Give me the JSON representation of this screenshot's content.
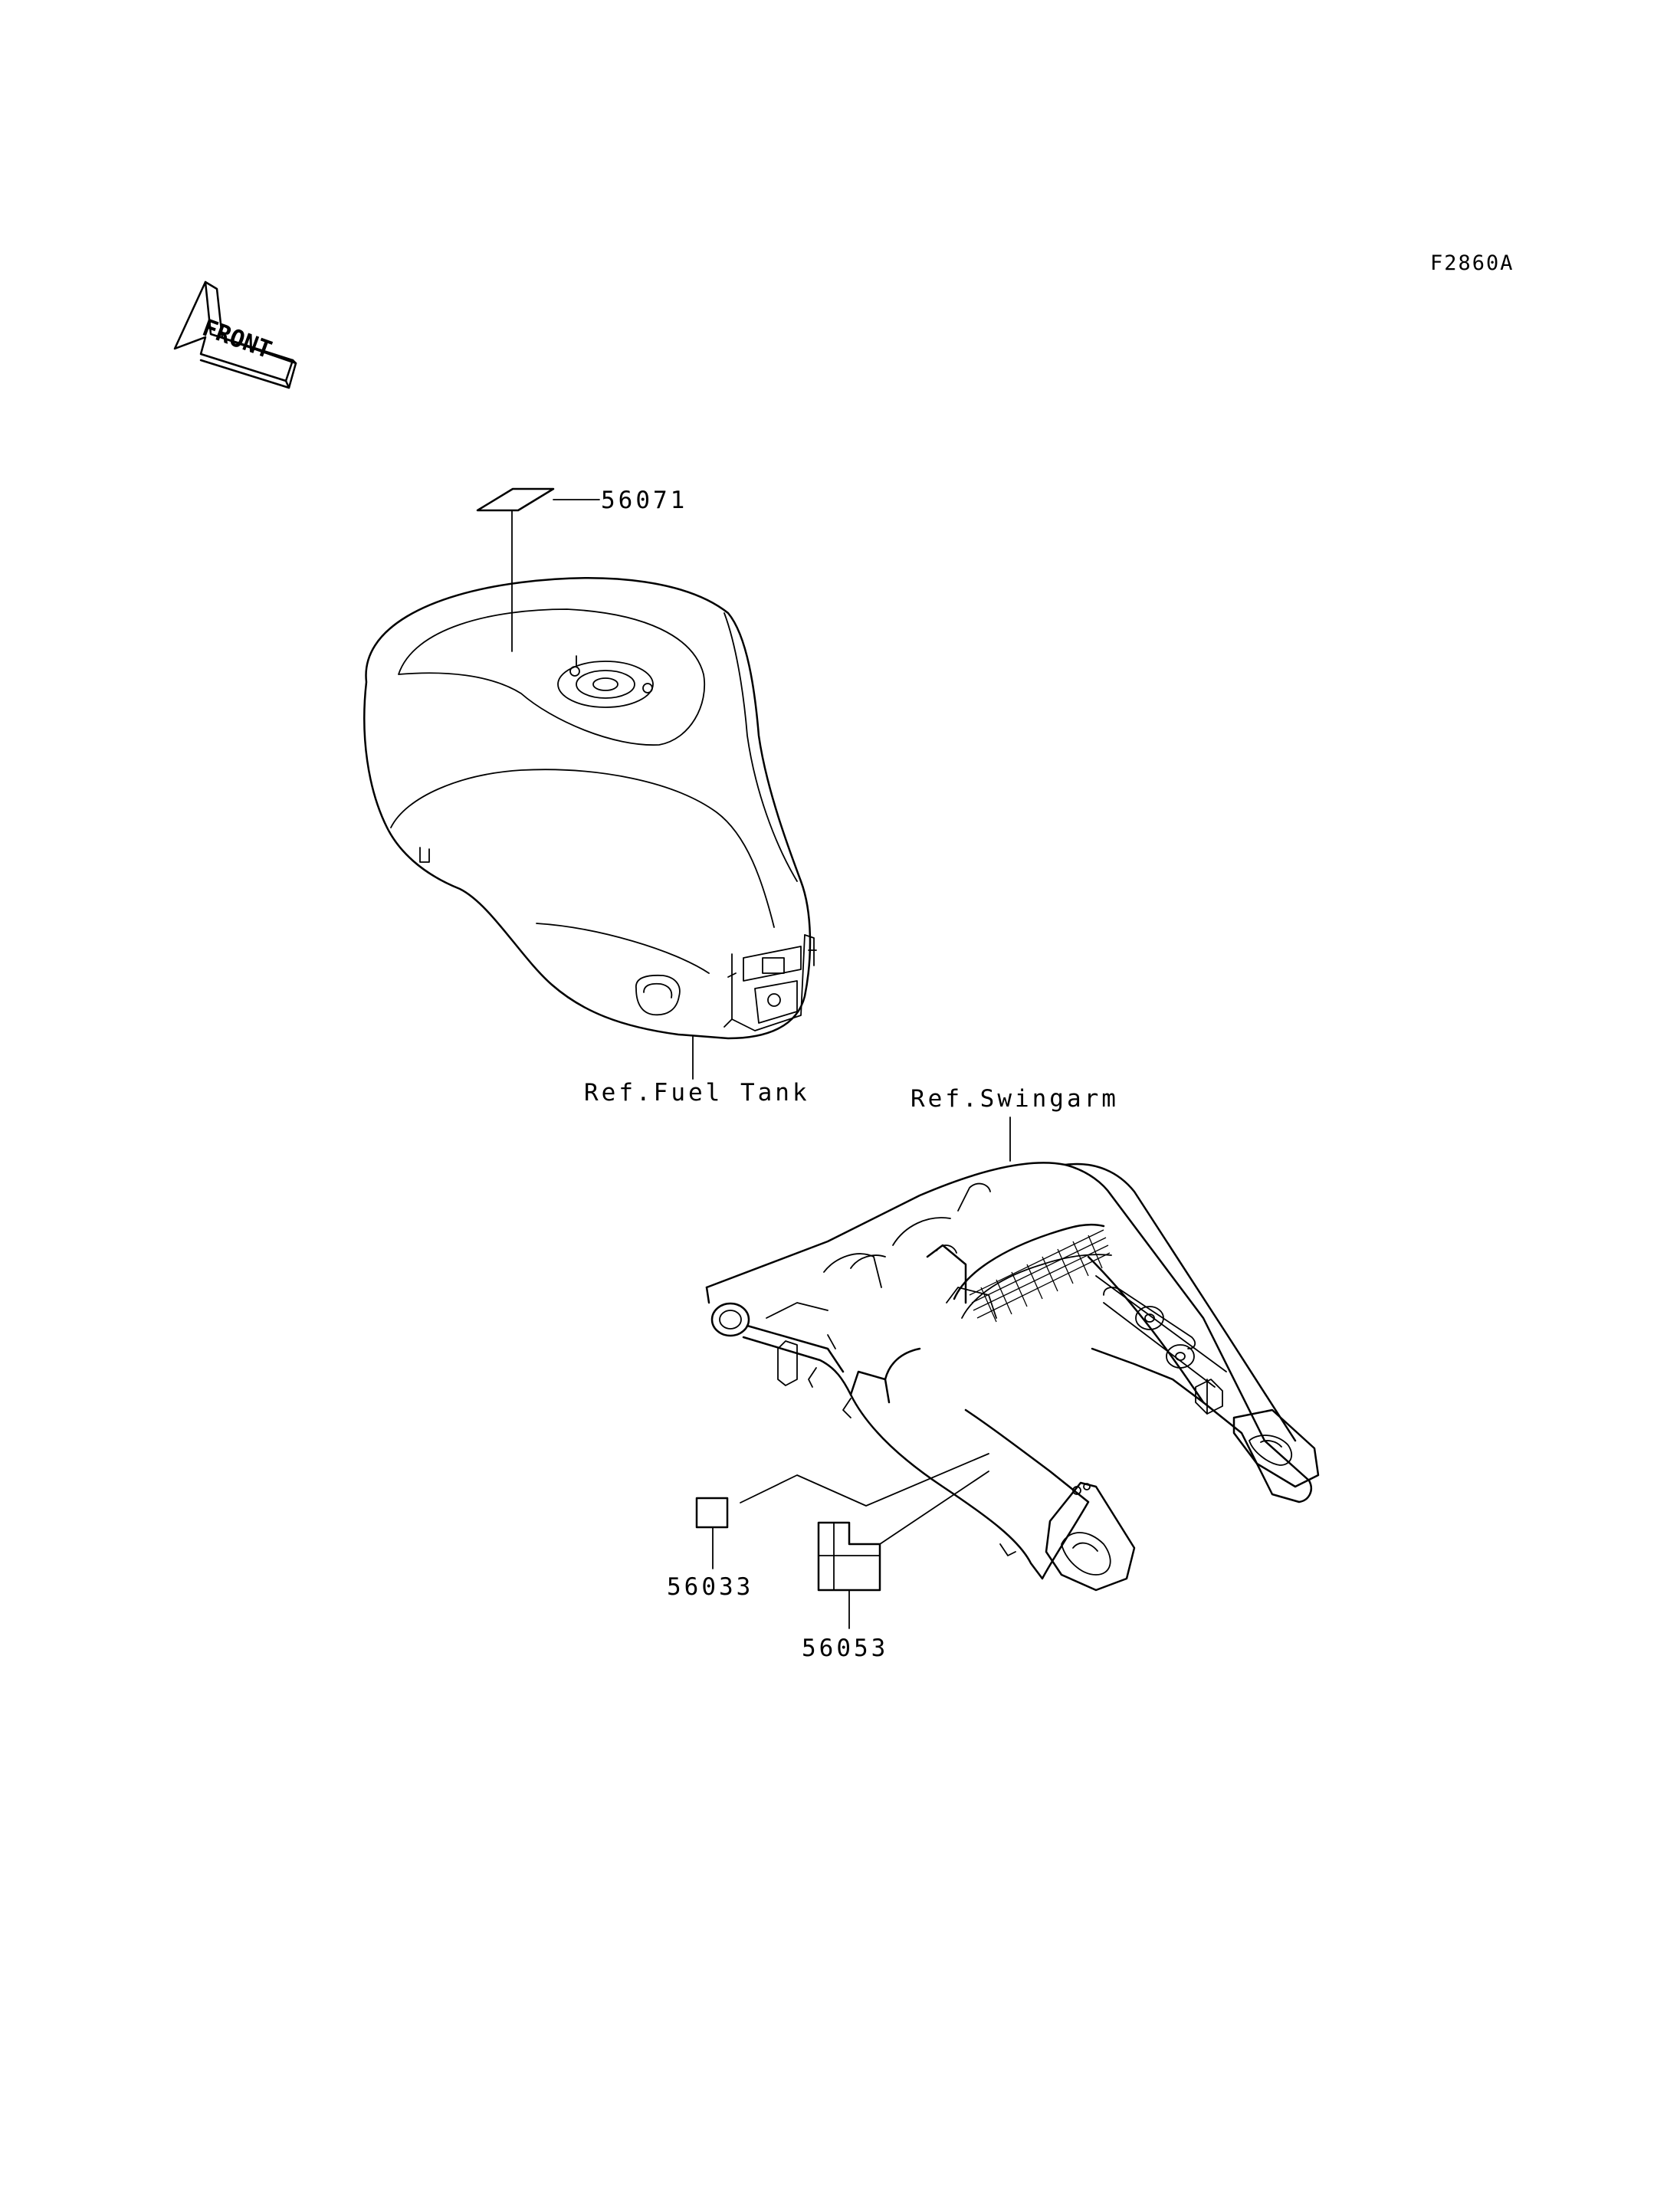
{
  "drawing_code": "F2860A",
  "front_arrow": {
    "label": "FRONT",
    "icon": "front-arrow-icon"
  },
  "parts": [
    {
      "number": "56071"
    },
    {
      "number": "56033"
    },
    {
      "number": "56053"
    }
  ],
  "references": {
    "fuel_tank": "Ref.Fuel Tank",
    "swingarm": "Ref.Swingarm"
  },
  "colors": {
    "ink": "#000000",
    "paper": "#ffffff"
  }
}
